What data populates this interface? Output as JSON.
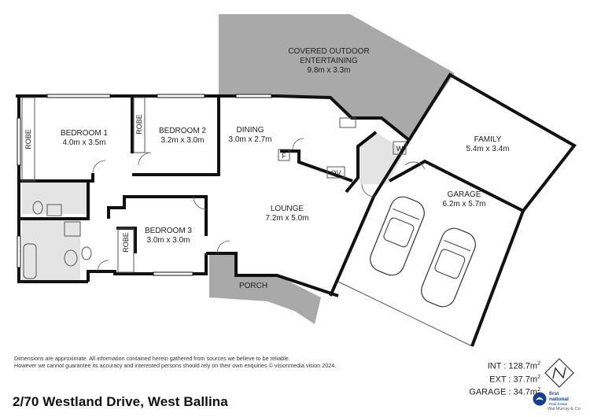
{
  "rooms": {
    "covered_outdoor": {
      "line1": "COVERED OUTDOOR",
      "line2": "ENTERTAINING",
      "dim": "9.8m x 3.3m"
    },
    "family": {
      "name": "FAMILY",
      "dim": "5.4m x 3.4m"
    },
    "bedroom1": {
      "name": "BEDROOM 1",
      "dim": "4.0m x 3.5m"
    },
    "bedroom2": {
      "name": "BEDROOM 2",
      "dim": "3.2m x 3.0m"
    },
    "dining": {
      "name": "DINING",
      "dim": "3.0m x 2.7m"
    },
    "garage": {
      "name": "GARAGE",
      "dim": "6.2m x 5.7m"
    },
    "lounge": {
      "name": "LOUNGE",
      "dim": "7.2m x 5.0m"
    },
    "bedroom3": {
      "name": "BEDROOM 3",
      "dim": "3.0m x 3.0m"
    },
    "porch": {
      "name": "PORCH"
    }
  },
  "fixtures": {
    "robe": "ROBE",
    "fridge": "F",
    "oven": "OV",
    "washer": "W"
  },
  "disclaimer": {
    "line1": "Dimensions are approximate. All information contained herein gathered from sources we believe to be reliable.",
    "line2": "However we cannot guarantee its accuracy and interested persons should rely on their own enquiries © visionmedia.vision 2024."
  },
  "areas": {
    "int": "INT : 128.7m",
    "ext": "EXT : 37.7m",
    "garage": "GARAGE : 34.7m",
    "unit_sup": "2"
  },
  "address": "2/70 Westland Drive, West Ballina",
  "logo": {
    "line1": "first",
    "line2": "national",
    "line3": "Real Estate",
    "sub": "Wal Murray & Co"
  },
  "colors": {
    "outdoor_fill": "#a9a9a9",
    "wet_area_fill": "#e4e4e4",
    "wall": "#111111",
    "logo_blue": "#1b3f8f"
  }
}
